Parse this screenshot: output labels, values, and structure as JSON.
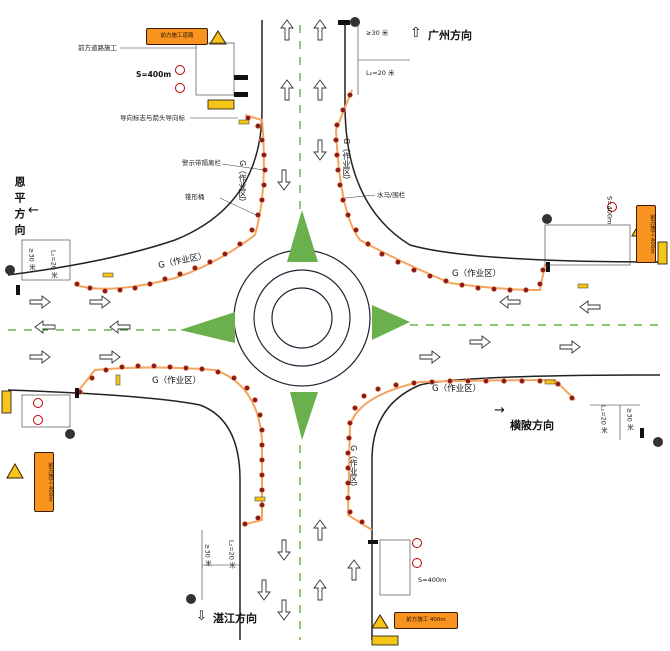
{
  "directions": {
    "guangzhou": "广州方向",
    "zhanjiang": "湛江方向",
    "enping": "恩平方向",
    "xinhui": "横陂方向"
  },
  "work_zone_label": "G（作业区）",
  "labels": {
    "s400": "S=400m",
    "s400_lower": "S=400m",
    "s400_right": "S=400m",
    "dist_top_30": "≥30 米",
    "dist_top_20": "L₂=20 米",
    "dist_bottom_30": "≥30 米",
    "dist_bottom_20": "L₂=20 米",
    "dist_right_30": "≥30 米",
    "dist_right_20": "L₂=20 米",
    "dist_left_30": "≥30 米",
    "dist_left_20": "L₂=20 米",
    "pre_warning": "前方道路施工",
    "guide_arrow": "导向标志与箭头导向标",
    "tape_fence": "警示带隔离栏",
    "cone": "锥形桶",
    "water_barrier": "水马/围栏"
  },
  "signs": {
    "top": "前方施工道路",
    "bottom": "前方施工 400m",
    "left": "前方施工 400m",
    "right": "前方施工 400m"
  },
  "colors": {
    "road_line": "#222222",
    "center_line": "#4aa829",
    "island": "#6ab04c",
    "sign_orange": "#f7931e",
    "cone_red": "#8b1a1a",
    "fence_orange": "#f4a460"
  }
}
